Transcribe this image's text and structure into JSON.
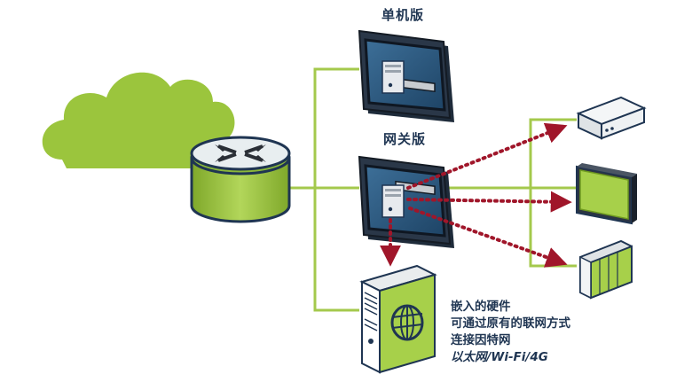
{
  "labels": {
    "standalone": "单机版",
    "gateway": "网关版"
  },
  "description": {
    "lines": [
      "嵌入的硬件",
      "可通过原有的联网方式",
      "连接因特网",
      "以太网/Wi-Fi/4G"
    ]
  },
  "colors": {
    "green": "#9bc53d",
    "green_dark": "#6e9a1f",
    "navy": "#1f3552",
    "arrow_red": "#a0162a",
    "line_green": "#a4c94c"
  },
  "icons": [
    "cloud-icon",
    "router-icon",
    "panel-pc-icon",
    "server-tower-icon",
    "globe-icon",
    "device-box-icon",
    "touch-panel-icon",
    "plc-module-icon"
  ]
}
